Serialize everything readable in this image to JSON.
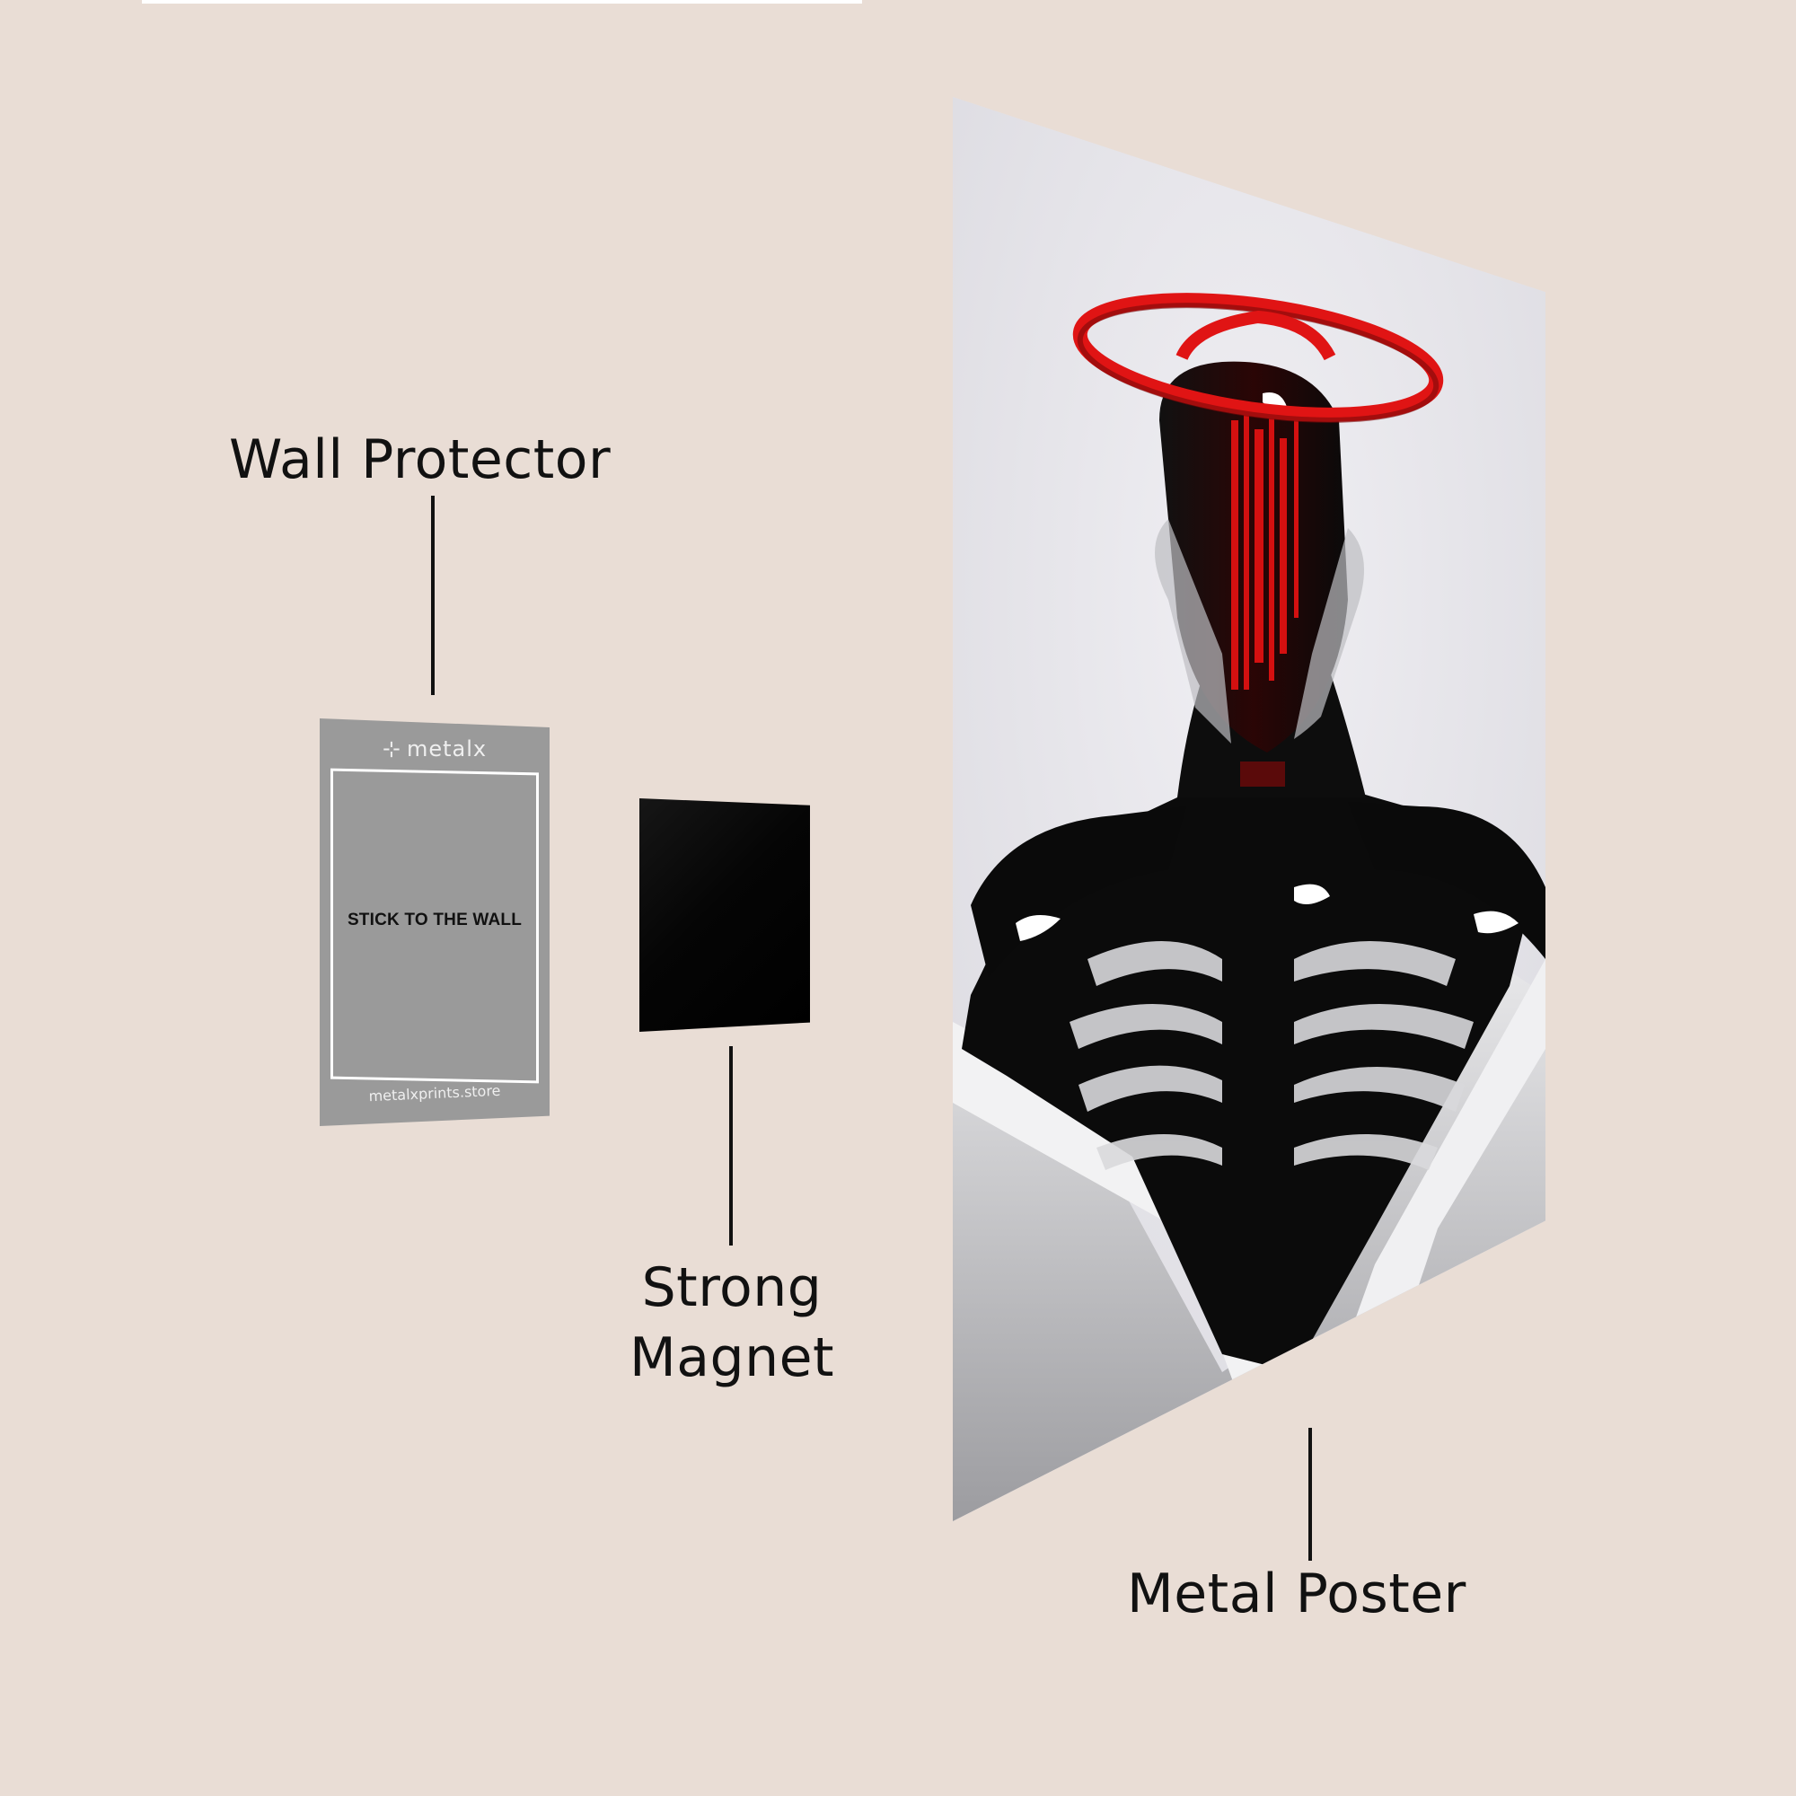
{
  "background_color": "#e9ddd5",
  "labels": {
    "wall_protector": "Wall Protector",
    "strong_magnet_line1": "Strong",
    "strong_magnet_line2": "Magnet",
    "metal_poster": "Metal Poster"
  },
  "wall_protector": {
    "brand_mark": "⊹",
    "brand_name": "metalx",
    "instruction": "STICK TO THE WALL",
    "website": "metalxprints.store",
    "color": "#9a9a9a"
  },
  "magnet": {
    "color": "#000000"
  },
  "poster": {
    "subject": "black glossy skeletal figure with red halo and white robe",
    "accent_color": "#e01414",
    "background_color": "#e6e5ea"
  }
}
